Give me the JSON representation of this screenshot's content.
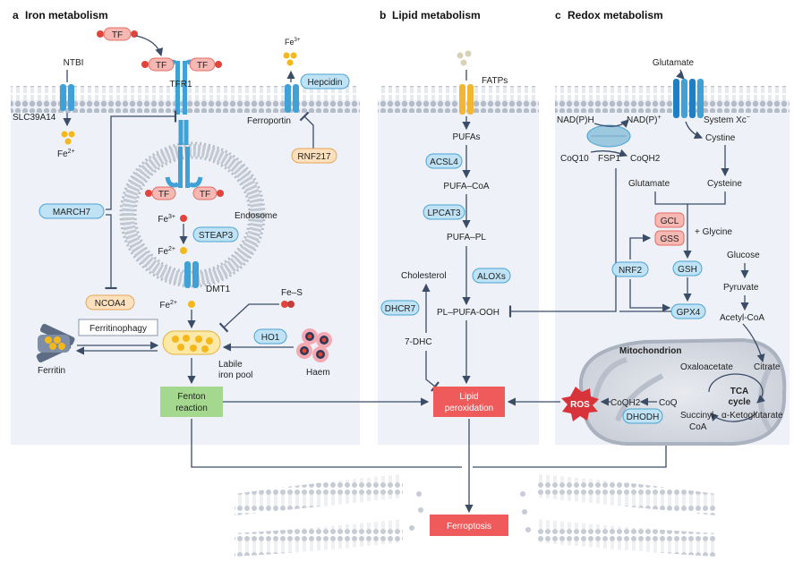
{
  "panels": {
    "a": {
      "letter": "a",
      "title": "Iron metabolism"
    },
    "b": {
      "letter": "b",
      "title": "Lipid metabolism"
    },
    "c": {
      "letter": "c",
      "title": "Redox metabolism"
    }
  },
  "iron": {
    "tf": "TF",
    "ntbi": "NTBI",
    "slc39a14": "SLC39A14",
    "fe2": "Fe",
    "fe2_sup": "2+",
    "fe3": "Fe",
    "fe3_sup": "3+",
    "tfr1": "TFR1",
    "ferroportin": "Ferroportin",
    "hepcidin": "Hepcidin",
    "rnf217": "RNF217",
    "march7": "MARCH7",
    "endosome": "Endosome",
    "steap3": "STEAP3",
    "dmt1": "DMT1",
    "ncoa4": "NCOA4",
    "fes": "Fe–S",
    "ferritinophagy": "Ferritinophagy",
    "ho1": "HO1",
    "ferritin": "Ferritin",
    "labile_1": "Labile",
    "labile_2": "iron pool",
    "haem": "Haem",
    "fenton_1": "Fenton",
    "fenton_2": "reaction"
  },
  "lipid": {
    "fatps": "FATPs",
    "pufas": "PUFAs",
    "acsl4": "ACSL4",
    "pufa_coa": "PUFA–CoA",
    "lpcat3": "LPCAT3",
    "pufa_pl": "PUFA–PL",
    "cholesterol": "Cholesterol",
    "alox": "ALOXs",
    "dhcr7": "DHCR7",
    "pl_ooh": "PL–PUFA-OOH",
    "dhc7": "7-DHC",
    "lipid_perox_1": "Lipid",
    "lipid_perox_2": "peroxidation"
  },
  "redox": {
    "glutamate_top": "Glutamate",
    "system_xc": "System Xc",
    "system_xc_sup": "−",
    "cystine": "Cystine",
    "nadph": "NAD(P)H",
    "nadp": "NAD(P)",
    "nadp_sup": "+",
    "coq10": "CoQ10",
    "fsp1": "FSP1",
    "coqh2_a": "CoQH2",
    "glutamate": "Glutamate",
    "cysteine": "Cysteine",
    "gcl": "GCL",
    "gss": "GSS",
    "glycine": "+ Glycine",
    "nrf2": "NRF2",
    "gsh": "GSH",
    "glucose": "Glucose",
    "pyruvate": "Pyruvate",
    "acetyl_coa": "Acetyl-CoA",
    "gpx4": "GPX4",
    "mitochondrion": "Mitochondrion",
    "oxaloacetate": "Oxaloacetate",
    "citrate": "Citrate",
    "tca_1": "TCA",
    "tca_2": "cycle",
    "ros": "ROS",
    "coqh2_b": "CoQH2",
    "coq": "CoQ",
    "dhodh": "DHODH",
    "succinyl_1": "Succinyl-",
    "succinyl_2": "CoA",
    "akg": "α-Ketoglutarate"
  },
  "outcome": {
    "ferroptosis": "Ferroptosis"
  },
  "colors": {
    "panel_bg": "#eef1f7",
    "membrane_head": "#b3bcc8",
    "pill_blue": "#bfe3f5",
    "pill_orange": "#fde1bd",
    "pill_red": "#f7b7b2",
    "green_box": "#a5d88f",
    "red_box": "#ef5a5a",
    "iron_yellow": "#f5b81c",
    "transporter_blue": "#3fa1d6"
  }
}
